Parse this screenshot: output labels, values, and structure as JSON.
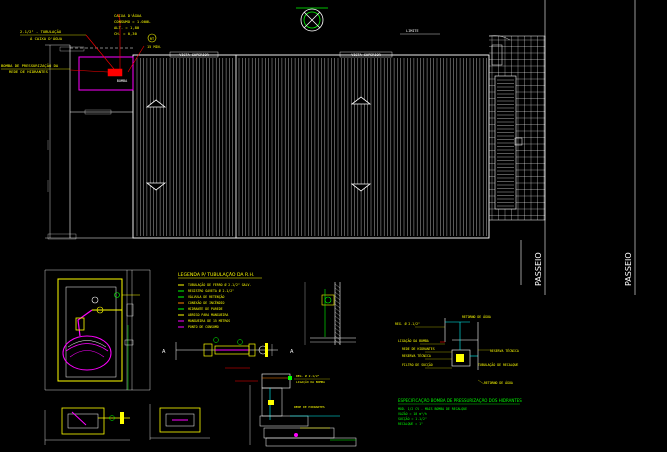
{
  "notes": {
    "caixa": [
      "CAIXA D'ÁGUA",
      "CONSUMO = 1.000L",
      "ALT. = 1,80",
      "CH. = 0,30"
    ],
    "pipe_lbl": [
      "2.1/2\" - TUBULAÇÃO",
      "À CAIXA D'ÁGUA"
    ],
    "pump": [
      "BOMBA DE PRESSURIZAÇÃO DA",
      "REDE DE HIDRANTES"
    ],
    "bomba_tag": "BOMBA",
    "rt": [
      "RT",
      "15 MIN."
    ],
    "passeio": "PASSEIO",
    "cota_top": "LIMITE",
    "vista": "VISTA SUPERIOR",
    "legend_title": "LEGENDA P/ TUBULAÇÃO DA R.H.",
    "legend_items": [
      "TUBULAÇÃO DE FERRO Ø 2.1/2\" GALV.",
      "REGISTRO GAVETA Ø 2.1/2\"",
      "VÁLVULA DE RETENÇÃO",
      "CONEXÃO DE INCÊNDIO",
      "HIDRANTE DE PAREDE",
      "ABRIGO PARA MANGUEIRA",
      "MANGUEIRA DE 15 METROS",
      "PONTO DE CONSUMO"
    ],
    "sec_a": "A",
    "detail_labels": [
      "REG. Ø 2.1/2\"",
      "LIGAÇÃO DA BOMBA",
      "REDE DE HIDRANTES",
      "RESERVA TÉCNICA",
      "FILTRO DE SUCÇÃO",
      "TUBULAÇÃO DE RECALQUE",
      "RETORNO DE ÁGUA"
    ],
    "spec_title": "ESPECIFICAÇÃO BOMBA DE PRESSURIZAÇÃO DOS HIDRANTES",
    "spec_lines": [
      "MOD. 1/2 CV - MAIS BOMBA DE RECALQUE",
      "VAZÃO = 10 m³/h",
      "SUCÇÃO = 1.1/2\"",
      "RECALQUE = 1\""
    ]
  },
  "colors": {
    "background": "#000000",
    "line": "#ffffff",
    "cyan": "#00ffff",
    "yellow": "#ffff00",
    "green": "#00ff00",
    "red": "#ff0000",
    "magenta": "#ff00ff",
    "orange": "#ff8000"
  }
}
